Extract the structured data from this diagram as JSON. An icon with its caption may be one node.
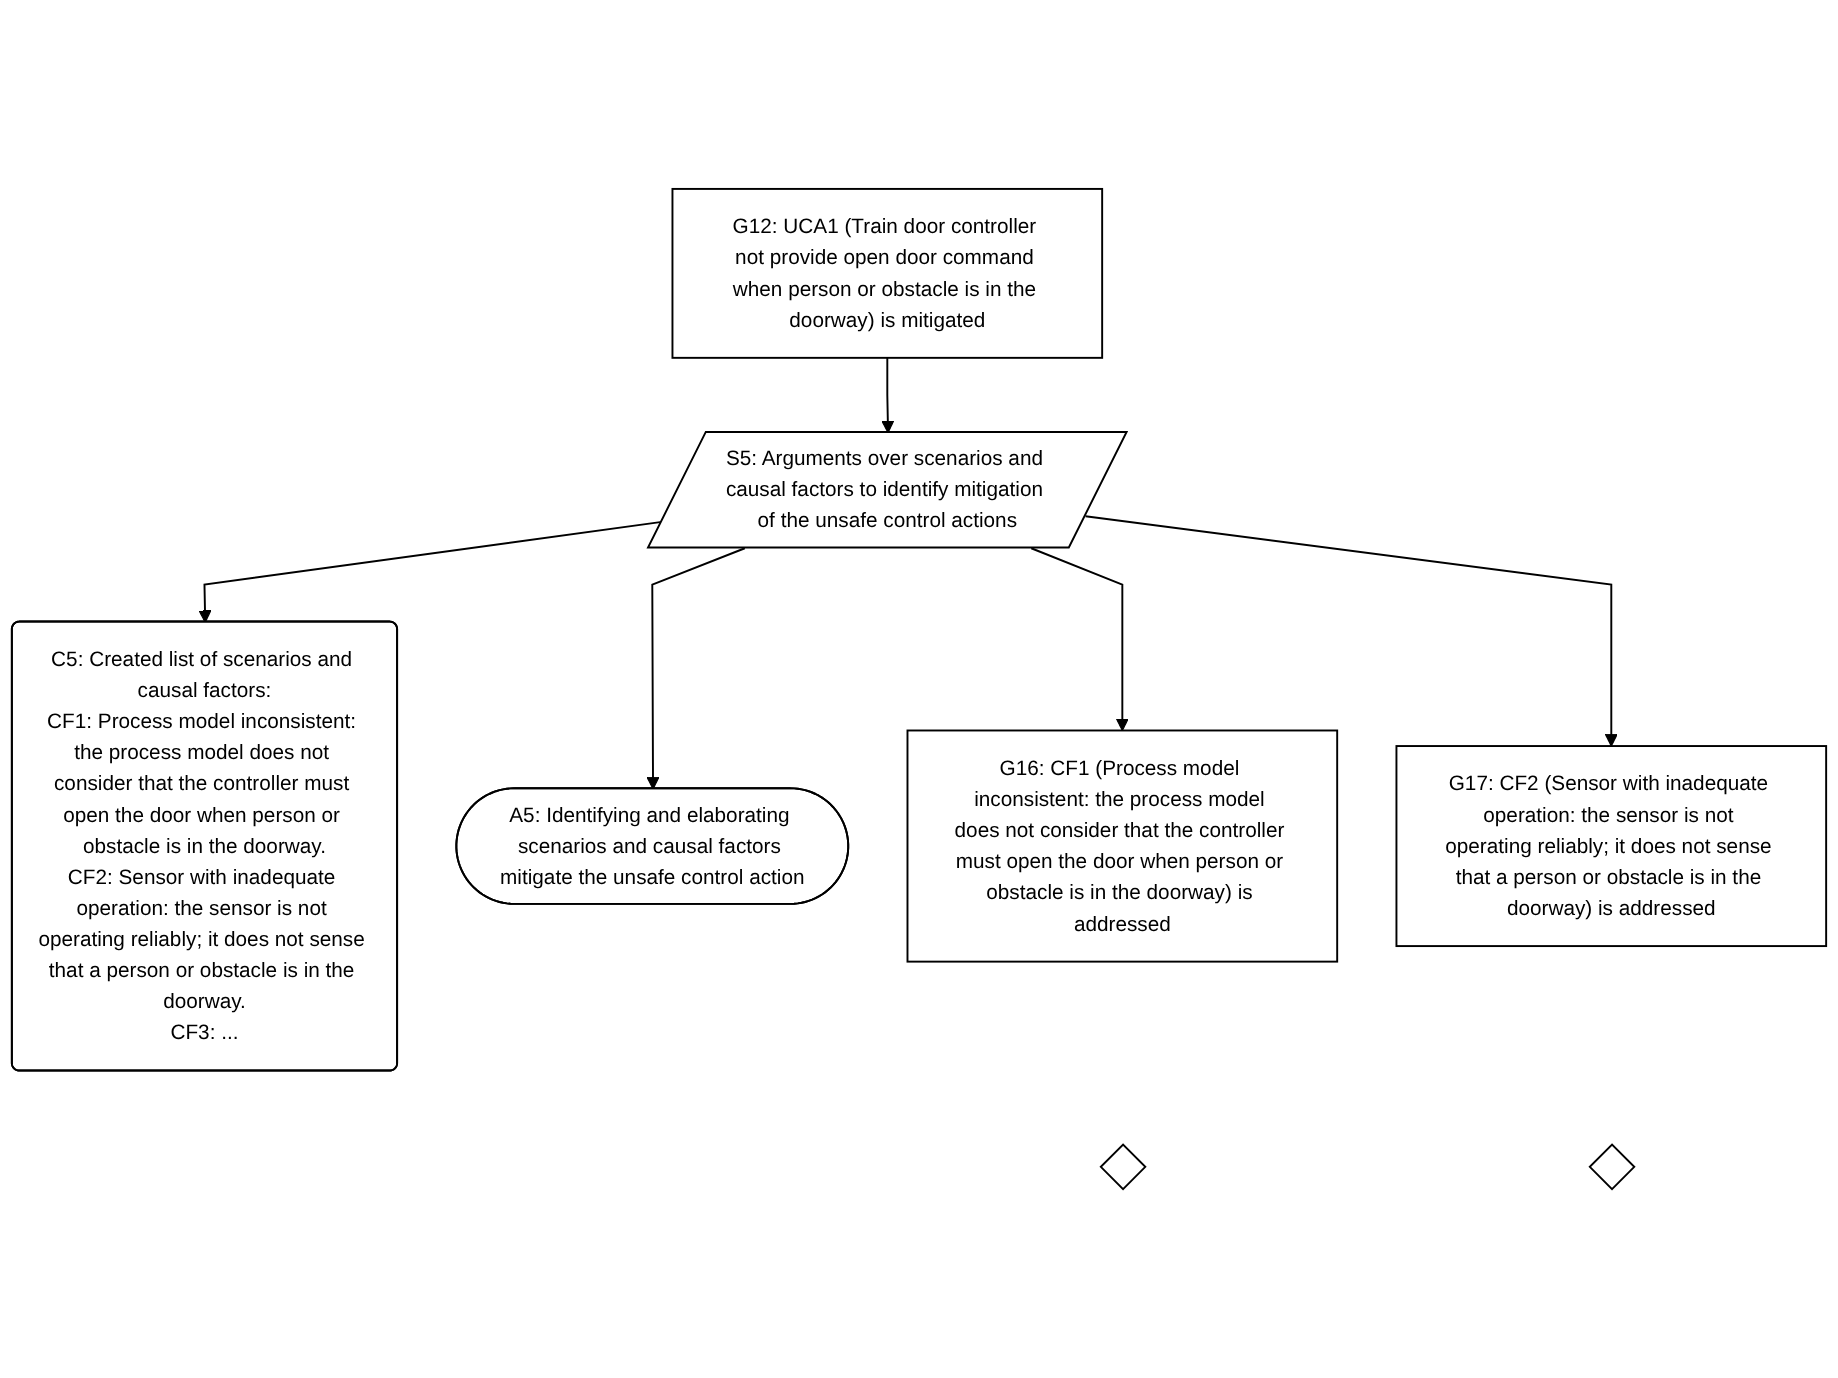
{
  "diagram": {
    "nodes": [
      {
        "text": [
          "G12: UCA1 (Train door controller not provide open door command when person or obstacle is in the doorway) is mitigated"
        ]
      },
      {
        "text": [
          "C5: Created list of scenarios and causal factors:",
          "CF1: Process model inconsistent: the process model does not consider that the controller must open the door when person or obstacle is in the doorway.",
          "CF2: Sensor with inadequate operation: the sensor is not operating reliably; it does not sense that a person or obstacle is in the doorway.",
          "CF3: ..."
        ]
      },
      {
        "text": [
          "S5: Arguments over scenarios and causal factors to identify mitigation of the unsafe control actions"
        ]
      },
      {
        "text": [
          "A5: Identifying and elaborating scenarios and causal factors mitigate the unsafe control action"
        ]
      },
      {
        "text": [
          "G16: CF1 (Process model inconsistent: the process model does not consider that the controller must open the door when person or obstacle is in the doorway) is addressed"
        ]
      },
      {
        "text": [
          "G17: CF2 (Sensor with inadequate operation: the sensor is not operating reliably; it does not sense that a person or obstacle is in the doorway) is addressed"
        ]
      },
      {
        "text": [],
        "shape": "diamond"
      },
      {
        "text": [],
        "shape": "diamond"
      }
    ],
    "edges": [
      {
        "from": 0,
        "to": 2,
        "arrow": "to"
      },
      {
        "from": 2,
        "to": 1,
        "arrow": "to"
      },
      {
        "from": 2,
        "to": 3,
        "arrow": "to"
      },
      {
        "from": 2,
        "to": 4,
        "arrow": "to"
      },
      {
        "from": 2,
        "to": 5,
        "arrow": "to"
      }
    ]
  }
}
